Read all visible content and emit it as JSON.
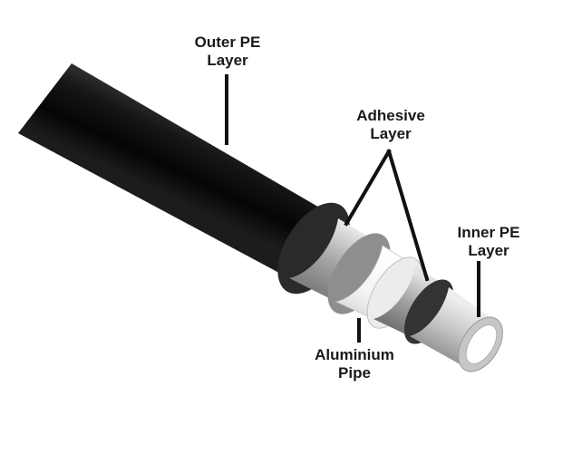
{
  "labels": {
    "outer_pe": {
      "line1": "Outer PE",
      "line2": "Layer"
    },
    "adhesive": {
      "line1": "Adhesive",
      "line2": "Layer"
    },
    "inner_pe": {
      "line1": "Inner PE",
      "line2": "Layer"
    },
    "aluminium": {
      "line1": "Aluminium",
      "line2": "Pipe"
    }
  },
  "colors": {
    "outer_pe": "#111111",
    "adhesive": "#9a9a9a",
    "aluminium": "#f4f4f4",
    "inner_pe": "#bdbdbd",
    "leader_line": "#111111",
    "text": "#1a1a1a"
  }
}
